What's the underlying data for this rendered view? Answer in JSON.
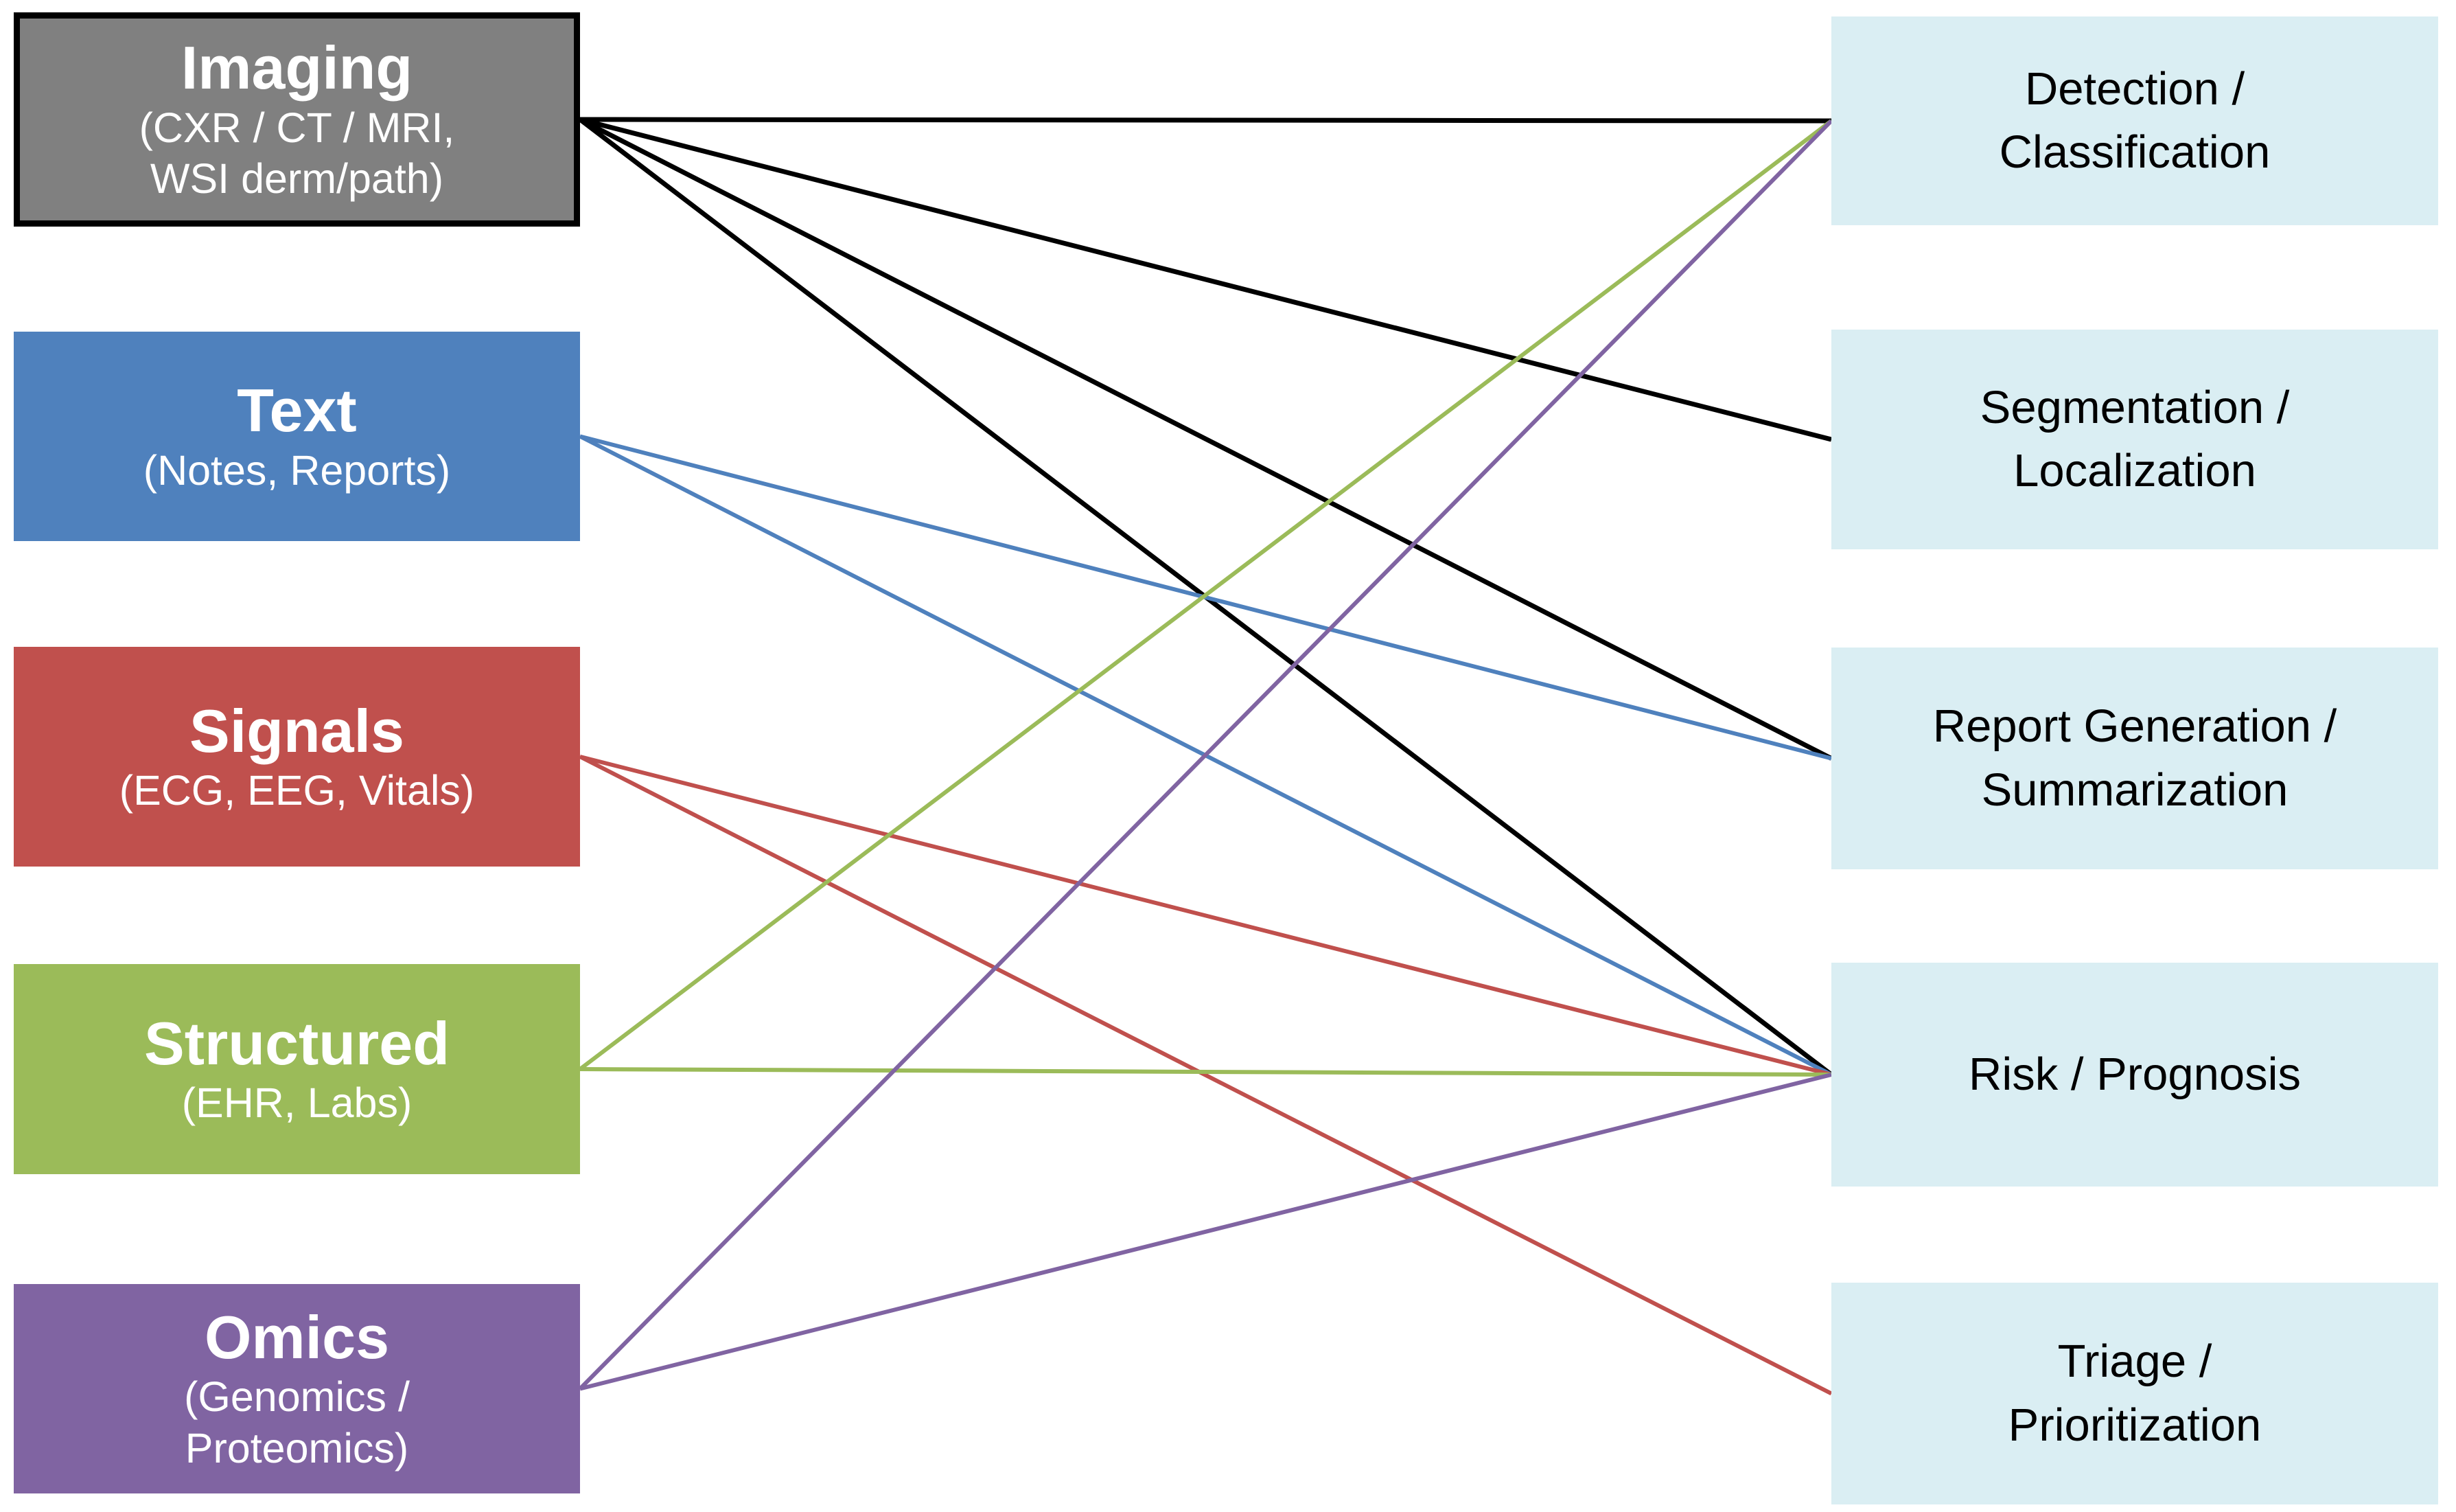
{
  "diagram": {
    "modalities": [
      {
        "id": "imaging",
        "title": "Imaging",
        "subtitle": "(CXR / CT / MRI,\nWSI derm/path)",
        "color": "#808080",
        "border_color": "#000000",
        "line_color": "#000000"
      },
      {
        "id": "text",
        "title": "Text",
        "subtitle": "(Notes, Reports)",
        "color": "#4f81bd",
        "line_color": "#4f81bd"
      },
      {
        "id": "signals",
        "title": "Signals",
        "subtitle": "(ECG, EEG, Vitals)",
        "color": "#c0504d",
        "line_color": "#c0504d"
      },
      {
        "id": "structured",
        "title": "Structured",
        "subtitle": "(EHR, Labs)",
        "color": "#9bbb59",
        "line_color": "#9bbb59"
      },
      {
        "id": "omics",
        "title": "Omics",
        "subtitle": "(Genomics /\nProteomics)",
        "color": "#8064a2",
        "line_color": "#8064a2"
      }
    ],
    "tasks": [
      {
        "id": "detection",
        "label": "Detection /\nClassification",
        "color": "#daeef3"
      },
      {
        "id": "segmentation",
        "label": "Segmentation /\nLocalization",
        "color": "#daeef3"
      },
      {
        "id": "report",
        "label": "Report Generation /\nSummarization",
        "color": "#daeef3"
      },
      {
        "id": "risk",
        "label": "Risk / Prognosis",
        "color": "#daeef3"
      },
      {
        "id": "triage",
        "label": "Triage /\nPrioritization",
        "color": "#daeef3"
      }
    ],
    "edges": [
      {
        "from": "imaging",
        "to": "detection"
      },
      {
        "from": "imaging",
        "to": "segmentation"
      },
      {
        "from": "imaging",
        "to": "report"
      },
      {
        "from": "imaging",
        "to": "risk"
      },
      {
        "from": "text",
        "to": "report"
      },
      {
        "from": "text",
        "to": "risk"
      },
      {
        "from": "signals",
        "to": "risk"
      },
      {
        "from": "signals",
        "to": "triage"
      },
      {
        "from": "structured",
        "to": "detection"
      },
      {
        "from": "structured",
        "to": "risk"
      },
      {
        "from": "omics",
        "to": "detection"
      },
      {
        "from": "omics",
        "to": "risk"
      }
    ]
  }
}
